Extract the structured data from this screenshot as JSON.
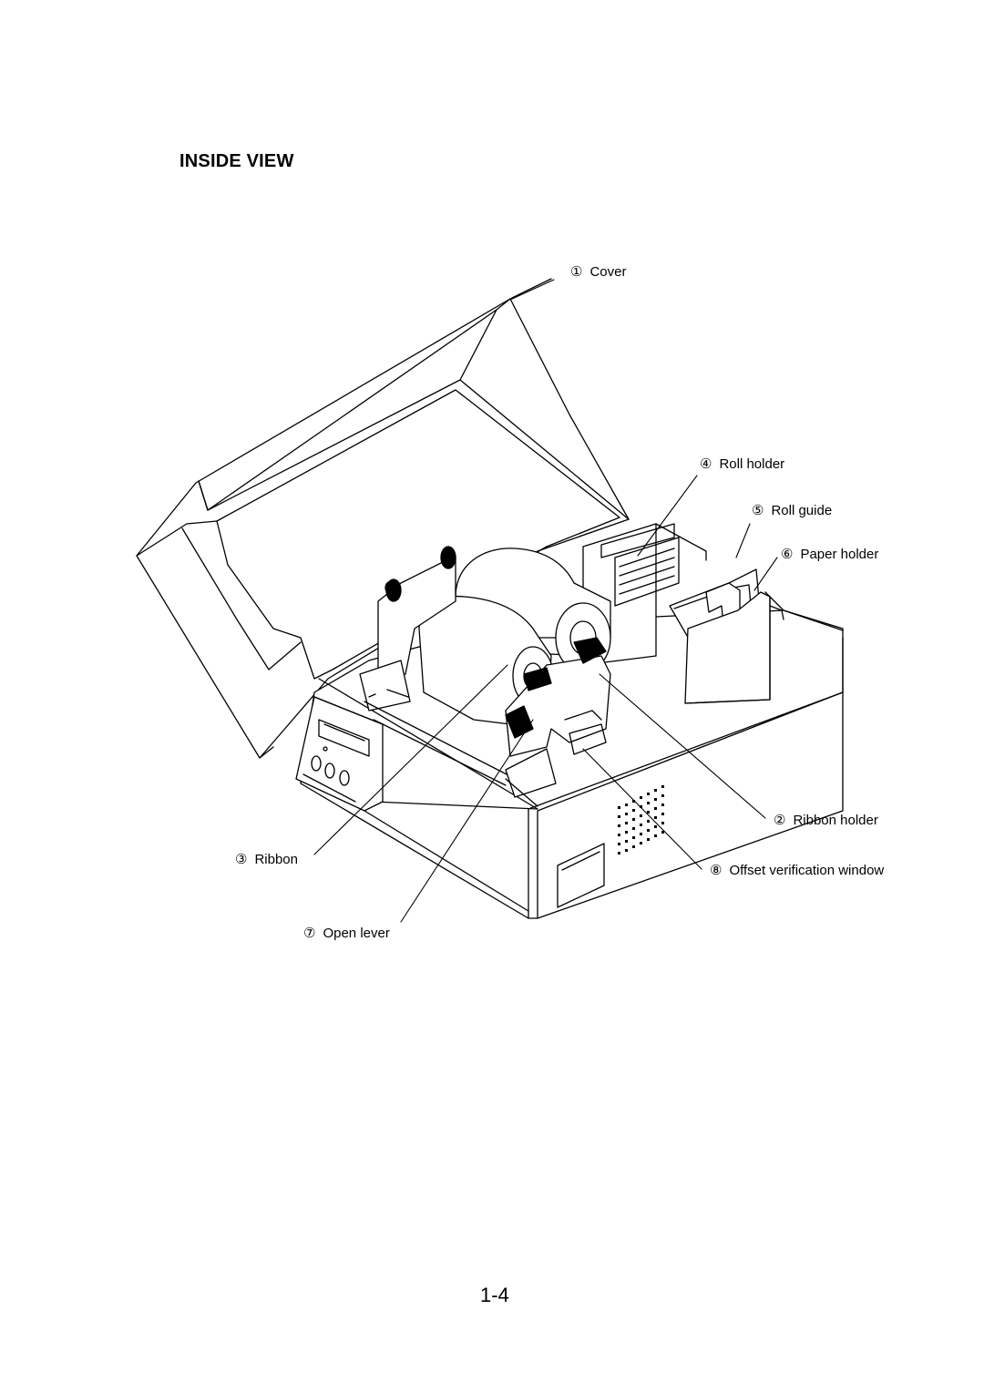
{
  "heading": "INSIDE VIEW",
  "callouts": {
    "cover": {
      "num": "①",
      "label": "Cover"
    },
    "ribbon_holder": {
      "num": "②",
      "label": "Ribbon holder"
    },
    "ribbon": {
      "num": "③",
      "label": "Ribbon"
    },
    "roll_holder": {
      "num": "④",
      "label": "Roll holder"
    },
    "roll_guide": {
      "num": "⑤",
      "label": "Roll guide"
    },
    "paper_holder": {
      "num": "⑥",
      "label": "Paper holder"
    },
    "open_lever": {
      "num": "⑦",
      "label": "Open lever"
    },
    "offset_window": {
      "num": "⑧",
      "label": "Offset verification window"
    }
  },
  "page_number": "1-4"
}
